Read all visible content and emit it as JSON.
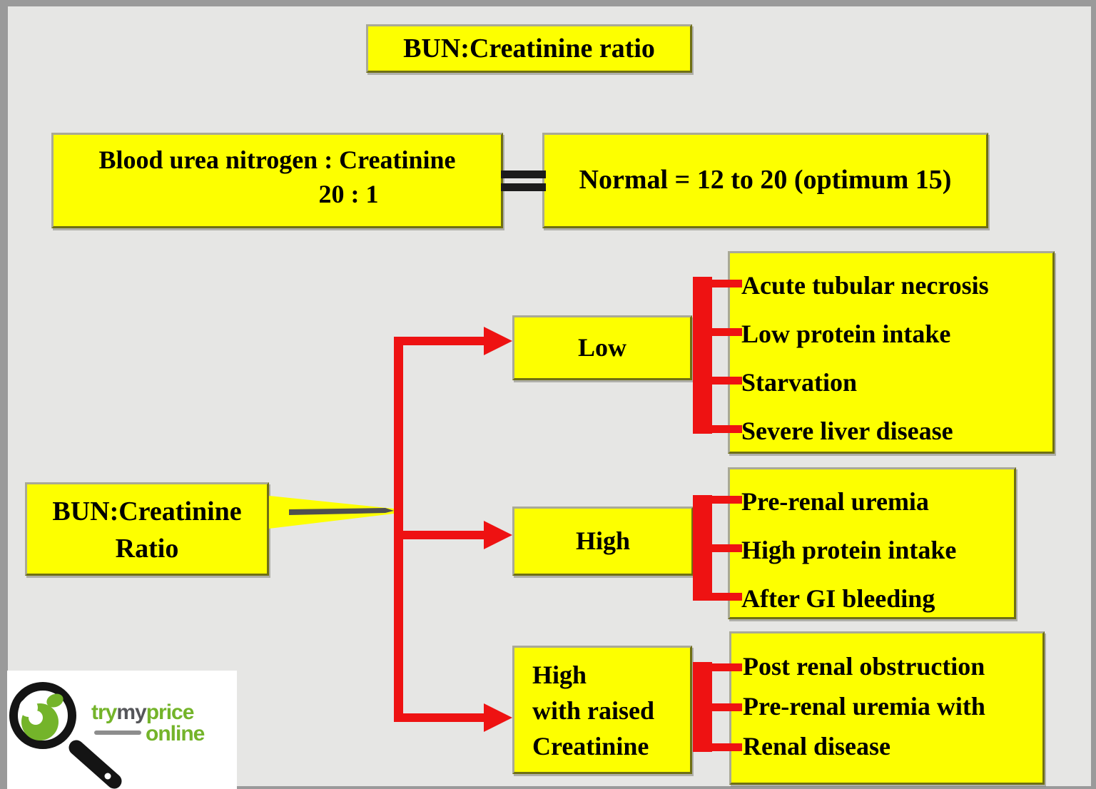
{
  "title": "BUN:Creatinine ratio",
  "formula_box": {
    "line1": "Blood urea nitrogen : Creatinine",
    "line2": "20 : 1"
  },
  "normal_box": "Normal = 12 to 20 (optimum 15)",
  "root_box": {
    "line1": "BUN:Creatinine",
    "line2": "Ratio"
  },
  "branches": [
    {
      "label_lines": [
        "Low"
      ],
      "causes": [
        "Acute tubular necrosis",
        "Low protein intake",
        "Starvation",
        "Severe liver disease"
      ]
    },
    {
      "label_lines": [
        "High"
      ],
      "causes": [
        "Pre-renal uremia",
        "High protein intake",
        "After GI bleeding"
      ]
    },
    {
      "label_lines": [
        "High",
        "with raised",
        "Creatinine"
      ],
      "causes": [
        "Post renal obstruction",
        "Pre-renal uremia with",
        "Renal disease"
      ]
    }
  ],
  "watermark": {
    "part1": "try",
    "part2": "my",
    "part3": "price",
    "part4": "online"
  },
  "colors": {
    "box_yellow": "#fdff00",
    "connector_red": "#ee1212",
    "equals_black": "#1c1c1c",
    "background_gray": "#e6e6e4",
    "frame_gray": "#9a9a9a",
    "logo_green": "#74b42a",
    "logo_dark": "#55565a"
  }
}
